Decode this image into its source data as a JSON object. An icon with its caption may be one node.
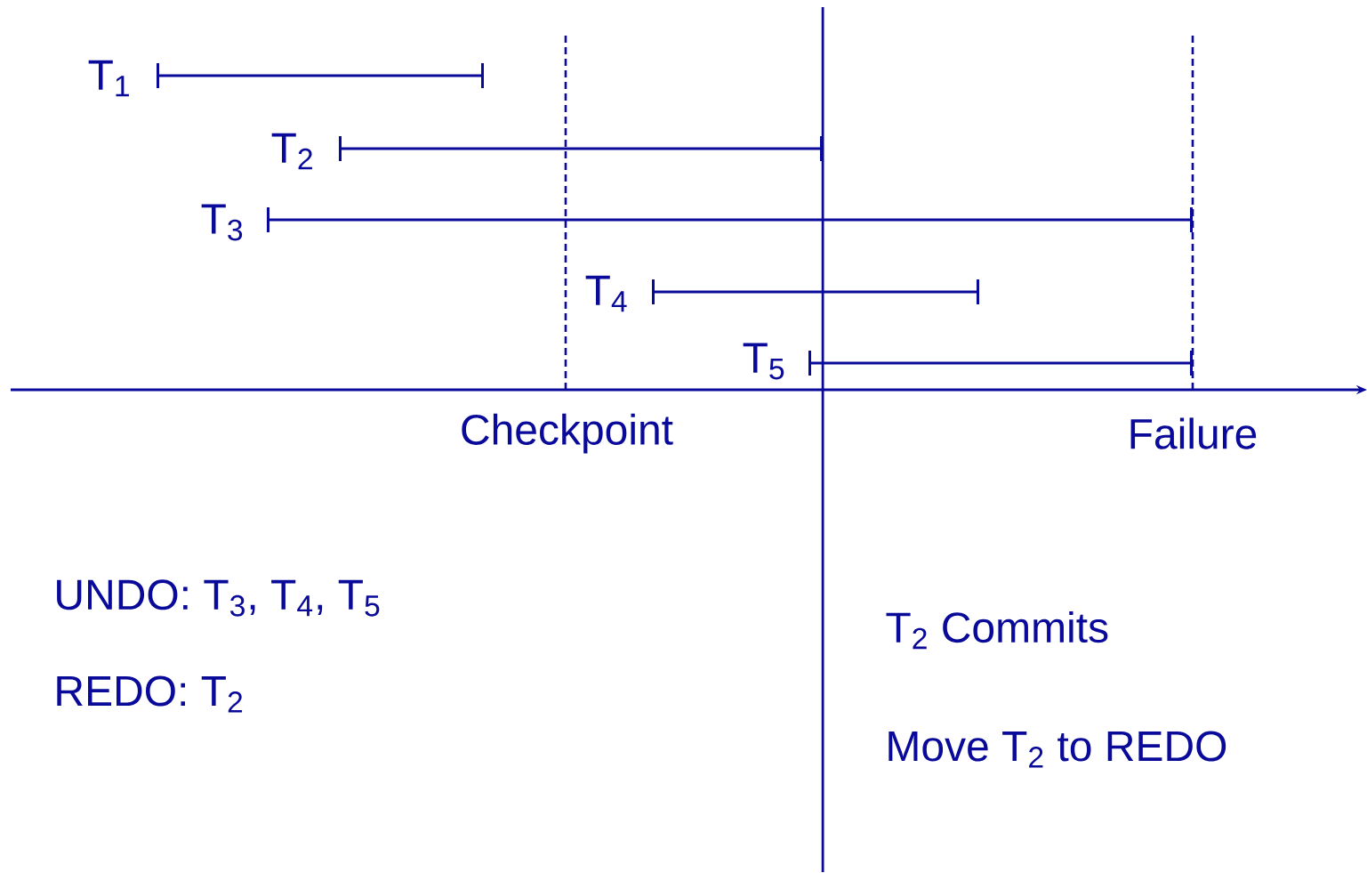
{
  "diagram": {
    "labels": [
      "T$_{1}$",
      "T$_{2}$",
      "T$_{3}$",
      "T$_{4}$",
      "T$_{5}$",
      "Checkpoint",
      "Failure",
      "UNDO: T$_{3}$, T$_{4}$, T$_{5}$",
      "REDO: T$_{2}$",
      "T$_{2}$ Commits",
      "Move T$_{2}$ to REDO"
    ]
  }
}
